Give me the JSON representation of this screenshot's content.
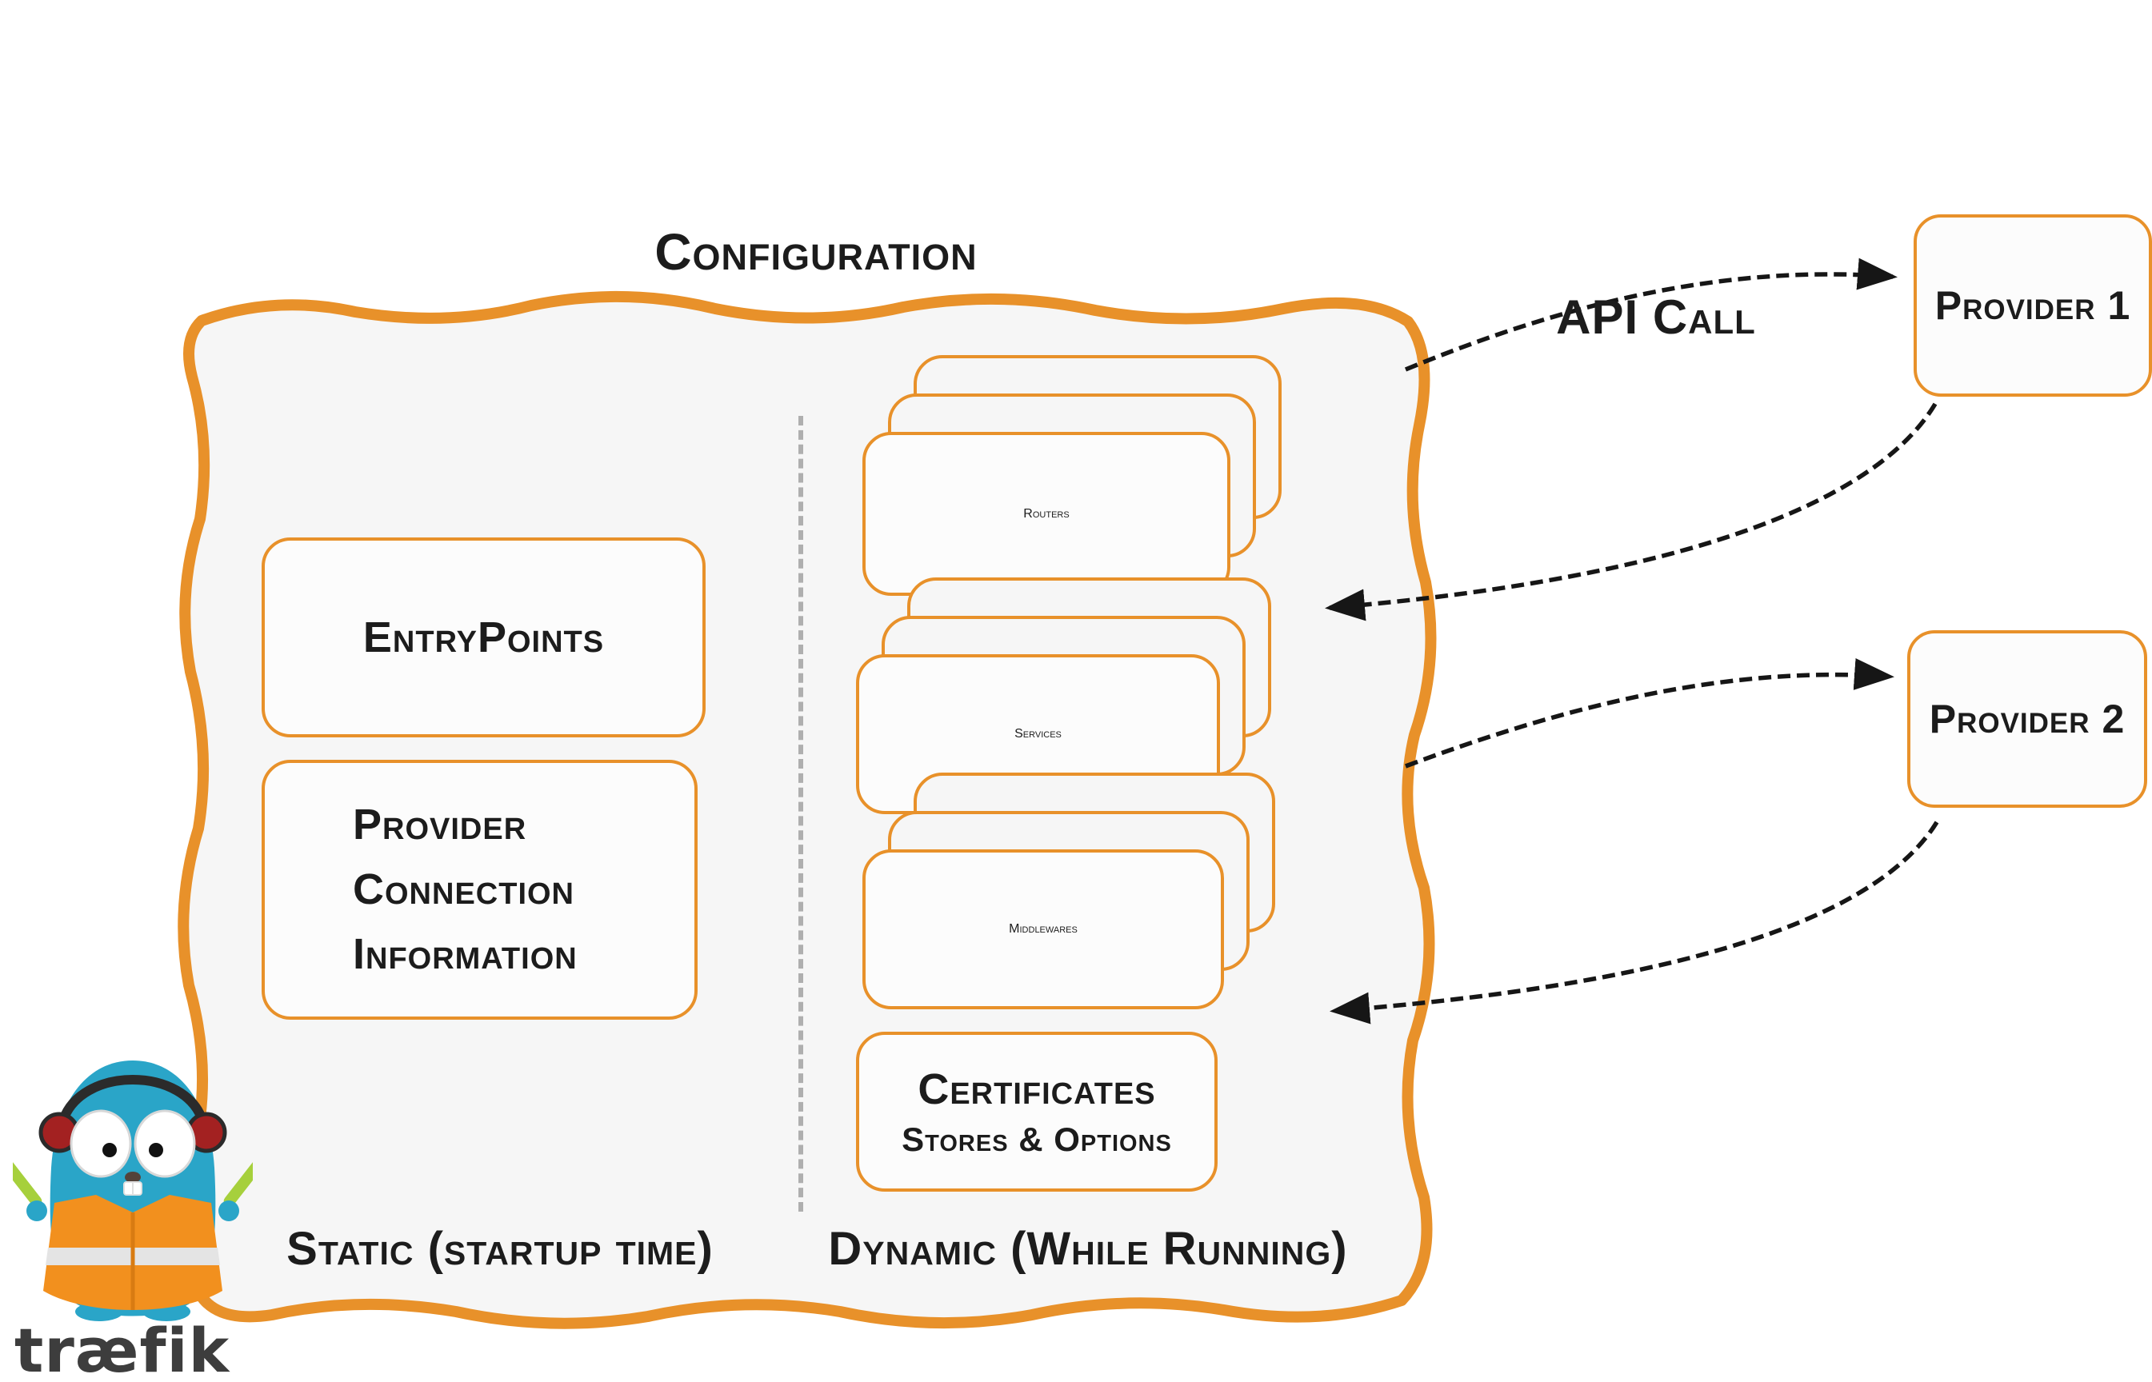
{
  "diagram": {
    "title": "Configuration",
    "static_column": {
      "caption": "Static (startup time)",
      "boxes": [
        {
          "label": "EntryPoints"
        },
        {
          "label": "Provider Connection Information"
        }
      ]
    },
    "dynamic_column": {
      "caption": "Dynamic (While Running)",
      "boxes": [
        {
          "label": "Routers"
        },
        {
          "label": "Services"
        },
        {
          "label": "Middlewares"
        },
        {
          "label": "Certificates",
          "sublabel": "Stores & Options"
        }
      ]
    },
    "providers": [
      {
        "label": "Provider 1"
      },
      {
        "label": "Provider 2"
      }
    ],
    "arrows": {
      "api_call_label": "API Call"
    },
    "logo": {
      "wordmark": "træfik"
    },
    "colors": {
      "accent_orange": "#e8912a",
      "panel_bg": "#f6f6f6",
      "arrow_black": "#161616",
      "logo_teal": "#2aa5c8",
      "vest_orange": "#f2901e"
    }
  }
}
